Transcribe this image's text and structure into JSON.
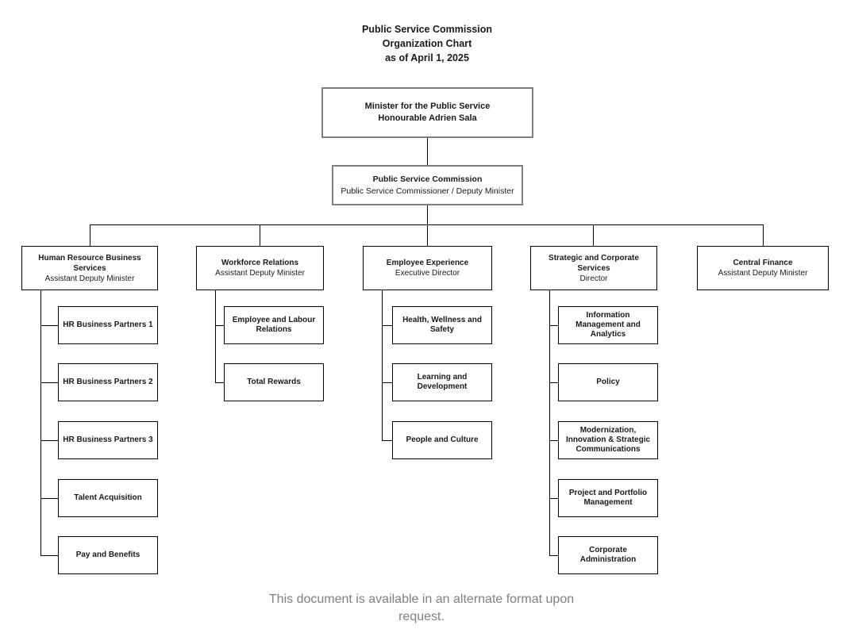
{
  "title": {
    "lines": [
      "Public Service Commission",
      "Organization Chart",
      "as of April 1, 2025"
    ]
  },
  "minister": {
    "title": "Minister for the Public Service",
    "name": "Honourable Adrien Sala"
  },
  "commission": {
    "title": "Public Service Commission",
    "subtitle": "Public Service Commissioner / Deputy Minister"
  },
  "branches": [
    {
      "title": "Human Resource Business Services",
      "subtitle": "Assistant Deputy Minister",
      "children": [
        "HR Business Partners 1",
        "HR Business Partners 2",
        "HR Business Partners 3",
        "Talent Acquisition",
        "Pay and Benefits"
      ]
    },
    {
      "title": "Workforce Relations",
      "subtitle": "Assistant Deputy Minister",
      "children": [
        "Employee and Labour Relations",
        "Total Rewards"
      ]
    },
    {
      "title": "Employee Experience",
      "subtitle": "Executive Director",
      "children": [
        "Health, Wellness and Safety",
        "Learning and Development",
        "People and Culture"
      ]
    },
    {
      "title": "Strategic and Corporate Services",
      "subtitle": "Director",
      "children": [
        "Information Management and Analytics",
        "Policy",
        "Modernization, Innovation & Strategic Communications",
        "Project and Portfolio Management",
        "Corporate Administration"
      ]
    },
    {
      "title": "Central Finance",
      "subtitle": "Assistant Deputy Minister",
      "children": []
    }
  ],
  "footer": {
    "text": "This document is available in an alternate format upon request."
  },
  "colors": {
    "background": "#ffffff",
    "connector_line": "#000000",
    "node_border": "#000000",
    "top_node_border": "#7f7f7f",
    "text": "#1a1a1a",
    "footer_text": "#808080"
  }
}
